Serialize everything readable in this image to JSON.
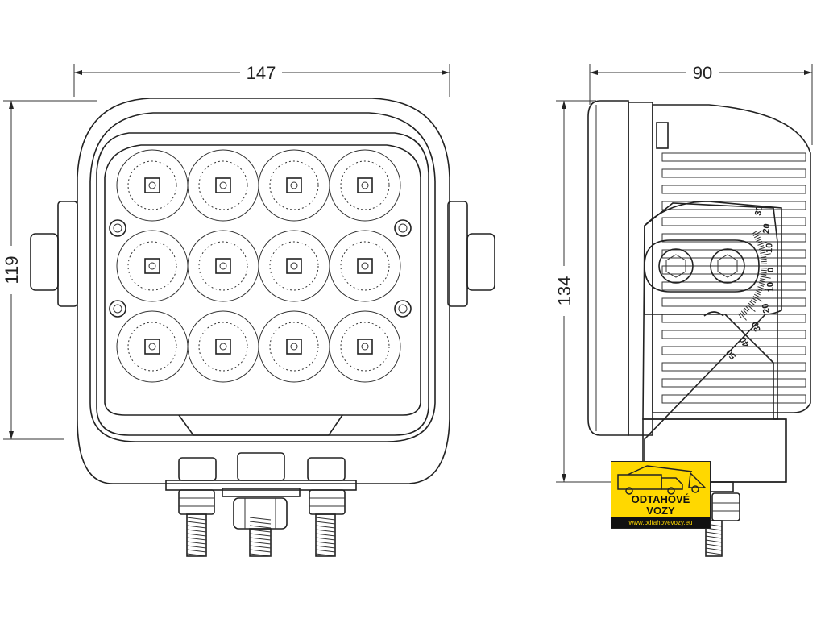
{
  "dimensions": {
    "front_width": "147",
    "front_height": "119",
    "side_depth": "90",
    "side_height": "134"
  },
  "tilt_scale": {
    "upper": [
      "30",
      "20",
      "10",
      "0"
    ],
    "lower": [
      "10",
      "20",
      "30",
      "40",
      "50"
    ]
  },
  "logo": {
    "line1": "ODTAHOVÉ",
    "line2": "VOZY",
    "url": "www.odtahovevozy.eu",
    "background": "#ffd800"
  }
}
